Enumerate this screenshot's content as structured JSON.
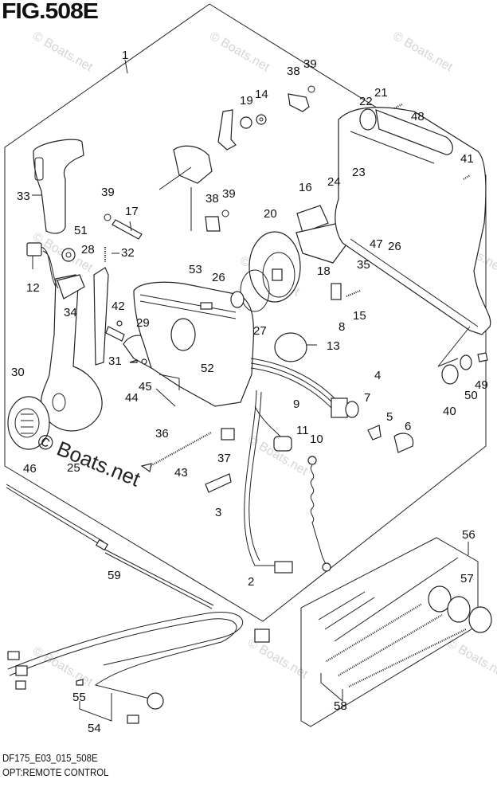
{
  "figure": {
    "title": "FIG.508E",
    "code": "DF175_E03_015_508E",
    "name": "OPT:REMOTE CONTROL"
  },
  "watermark": {
    "text": "© Boats.net",
    "prominent_text": "© Boats.net"
  },
  "callouts": [
    {
      "id": "1"
    },
    {
      "id": "2"
    },
    {
      "id": "3"
    },
    {
      "id": "4"
    },
    {
      "id": "5"
    },
    {
      "id": "6"
    },
    {
      "id": "7"
    },
    {
      "id": "8"
    },
    {
      "id": "9"
    },
    {
      "id": "10"
    },
    {
      "id": "11"
    },
    {
      "id": "12"
    },
    {
      "id": "13"
    },
    {
      "id": "14"
    },
    {
      "id": "15"
    },
    {
      "id": "16"
    },
    {
      "id": "17"
    },
    {
      "id": "18"
    },
    {
      "id": "19"
    },
    {
      "id": "20"
    },
    {
      "id": "21"
    },
    {
      "id": "22"
    },
    {
      "id": "23"
    },
    {
      "id": "24"
    },
    {
      "id": "25"
    },
    {
      "id": "26"
    },
    {
      "id": "26"
    },
    {
      "id": "27"
    },
    {
      "id": "28"
    },
    {
      "id": "29"
    },
    {
      "id": "30"
    },
    {
      "id": "31"
    },
    {
      "id": "32"
    },
    {
      "id": "33"
    },
    {
      "id": "34"
    },
    {
      "id": "35"
    },
    {
      "id": "36"
    },
    {
      "id": "37"
    },
    {
      "id": "38"
    },
    {
      "id": "38"
    },
    {
      "id": "39"
    },
    {
      "id": "39"
    },
    {
      "id": "39"
    },
    {
      "id": "40"
    },
    {
      "id": "41"
    },
    {
      "id": "42"
    },
    {
      "id": "43"
    },
    {
      "id": "44"
    },
    {
      "id": "45"
    },
    {
      "id": "46"
    },
    {
      "id": "47"
    },
    {
      "id": "48"
    },
    {
      "id": "49"
    },
    {
      "id": "50"
    },
    {
      "id": "51"
    },
    {
      "id": "52"
    },
    {
      "id": "53"
    },
    {
      "id": "54"
    },
    {
      "id": "55"
    },
    {
      "id": "56"
    },
    {
      "id": "57"
    },
    {
      "id": "58"
    },
    {
      "id": "59"
    }
  ]
}
